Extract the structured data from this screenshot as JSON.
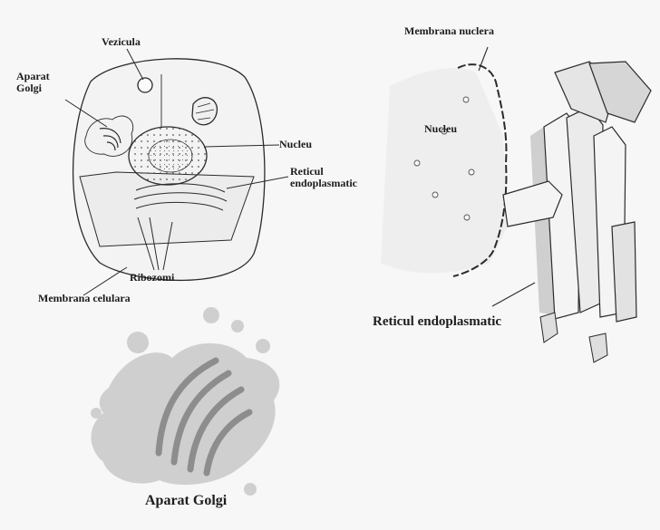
{
  "labels": {
    "vezicula": "Vezicula",
    "aparat_golgi_small": "Aparat\nGolgi",
    "nucleu_cell": "Nucleu",
    "reticul_cell": "Reticul\nendoplasmatic",
    "ribozomi": "Ribozomi",
    "membrana_celulara": "Membrana celulara",
    "membrana_nucleara": "Membrana nuclera",
    "nucleu_er": "Nucleu",
    "reticul_er": "Reticul endoplasmatic",
    "aparat_golgi_large": "Aparat Golgi"
  },
  "colors": {
    "ink": "#2b2b2b",
    "golgi_fill": "#cfcfcf",
    "golgi_cisterna": "#8d8d8d",
    "er_shade": "#bdbdbd"
  }
}
